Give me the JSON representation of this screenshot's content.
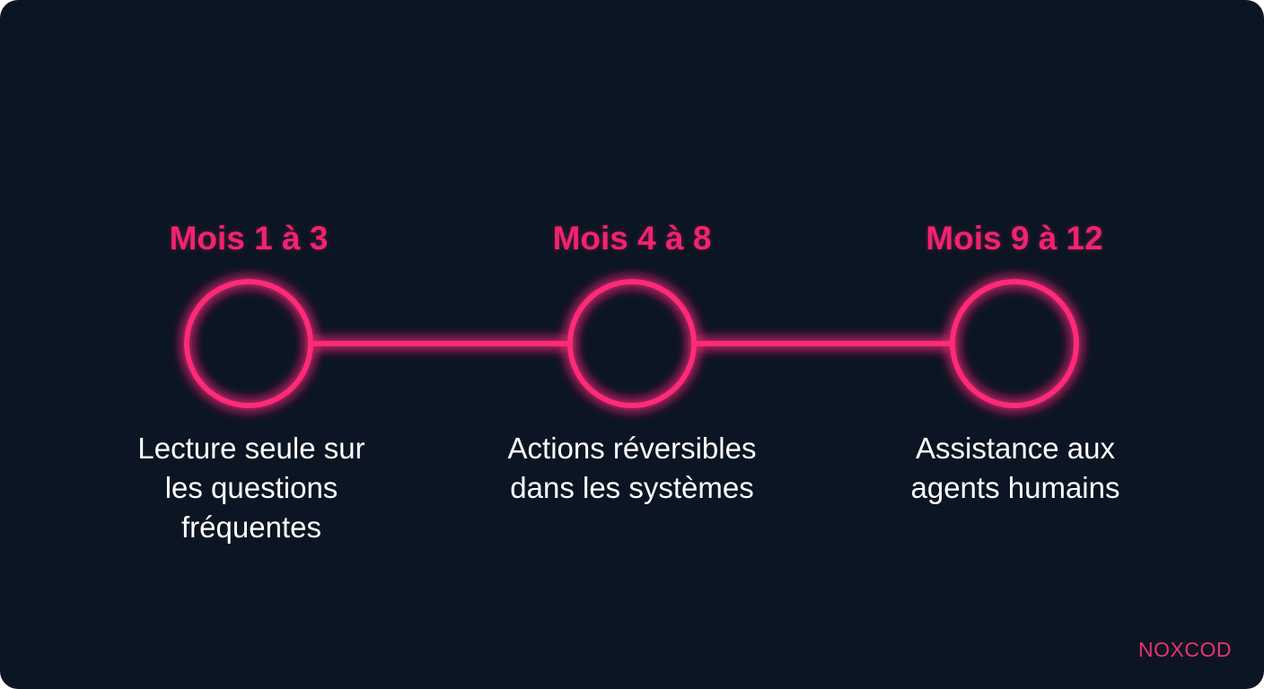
{
  "phases": [
    {
      "title": "Mois 1 à 3",
      "description_lines": [
        "Lecture seule sur",
        "les questions",
        "fréquentes"
      ]
    },
    {
      "title": "Mois 4 à 8",
      "description_lines": [
        "Actions réversibles",
        "dans les systèmes"
      ]
    },
    {
      "title": "Mois 9 à 12",
      "description_lines": [
        "Assistance aux",
        "agents humains"
      ]
    }
  ],
  "brand": "NOXCOD",
  "colors": {
    "background": "#0c1523",
    "accent": "#f0236f",
    "text": "#ffffff"
  }
}
